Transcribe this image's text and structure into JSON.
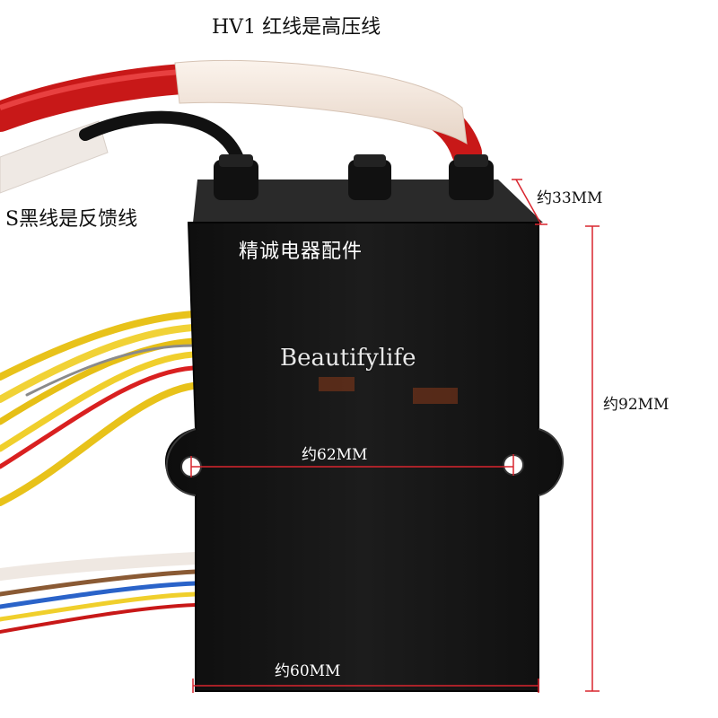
{
  "labels": {
    "hv_note": "HV1 红线是高压线",
    "s_note": "S黑线是反馈线",
    "brand": "精诚电器配件",
    "watermark": "Beautifylife"
  },
  "dimensions": {
    "depth": "约33MM",
    "height": "约92MM",
    "hole_spacing": "约62MM",
    "width": "约60MM"
  },
  "colors": {
    "box": "#141414",
    "red_wire": "#d81e1e",
    "dimension_line": "#d9252e",
    "sleeve": "#f3e6dc"
  }
}
